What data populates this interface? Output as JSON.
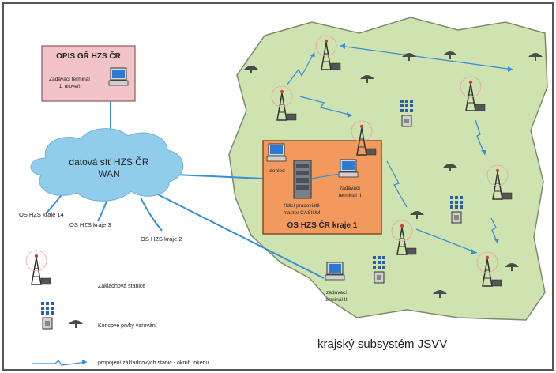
{
  "opis": {
    "title": "OPIS GŘ HZS ČR",
    "terminal_line1": "Zadávací terminál",
    "terminal_line2": "1. úroveň"
  },
  "wan": {
    "line1": "datová síť HZS ČR",
    "line2": "WAN"
  },
  "regions": {
    "kraj14": "OS HZS kraje 14",
    "kraj3": "OS HZS kraje 3",
    "kraj2": "OS HZS kraje 2"
  },
  "os_kraj1": {
    "title": "OS HZS ČR kraje 1",
    "dohled": "dohled",
    "master_line1": "řídicí pracoviště",
    "master_line2": "master CASIUM",
    "zad_line1": "zadávací",
    "zad_line2": "terminál II"
  },
  "terminal3": {
    "line1": "zadávací",
    "line2": "terminál III"
  },
  "legend": {
    "base_station": "Základnová stanice",
    "end_elements": "Koncové prvky varování",
    "link": "propojení základnových stanic - okruh tokenu"
  },
  "subsystem_title": "krajský subsystém JSVV",
  "colors": {
    "frame": "#555555",
    "region_fill": "#cfe3b1",
    "opis_fill": "#f2c4c8",
    "os_fill": "#f29a5e",
    "cloud_fill": "#8fcdea",
    "link": "#3a8fd4"
  }
}
